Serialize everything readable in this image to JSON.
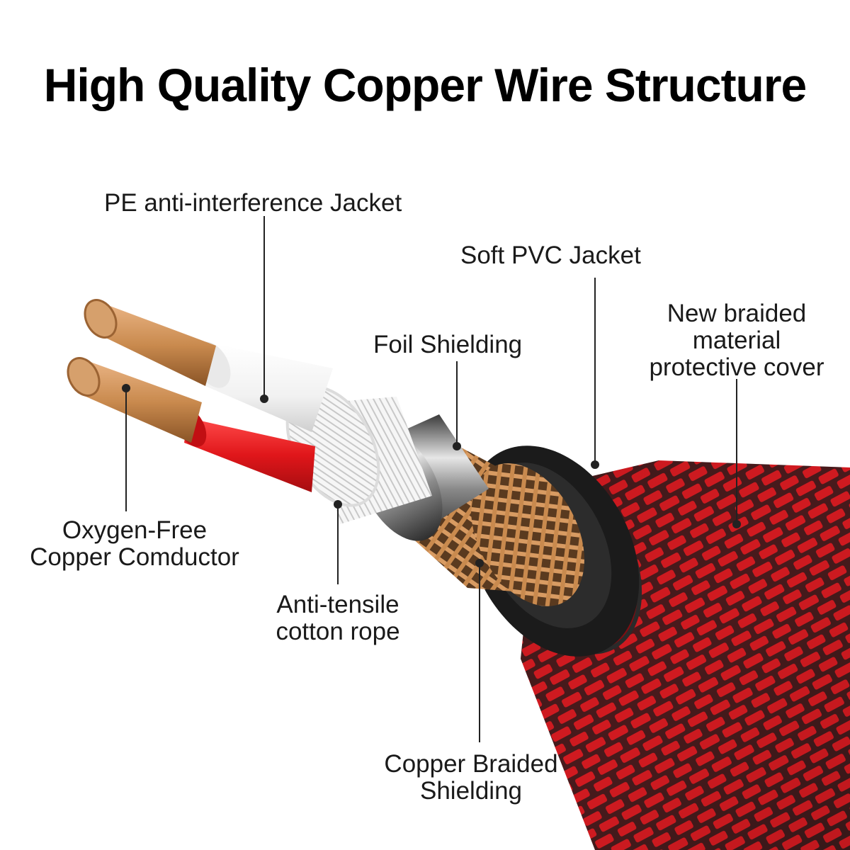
{
  "title": "High Quality Copper Wire Structure",
  "labels": {
    "pe_jacket": "PE anti-interference Jacket",
    "pvc_jacket": "Soft PVC Jacket",
    "foil": "Foil Shielding",
    "braided_cover": [
      "New braided",
      "material",
      "protective cover"
    ],
    "conductor": [
      "Oxygen-Free",
      "Copper Comductor"
    ],
    "cotton_rope": [
      "Anti-tensile",
      "cotton rope"
    ],
    "copper_braid": [
      "Copper Braided",
      "Shielding"
    ]
  },
  "colors": {
    "copper": "#c98a4e",
    "red_insulation": "#e0161a",
    "white_insulation": "#f4f4f4",
    "foil": "#9a9a9a",
    "pvc": "#1b1b1b",
    "braid_red": "#c4141c",
    "braid_black": "#151515"
  }
}
